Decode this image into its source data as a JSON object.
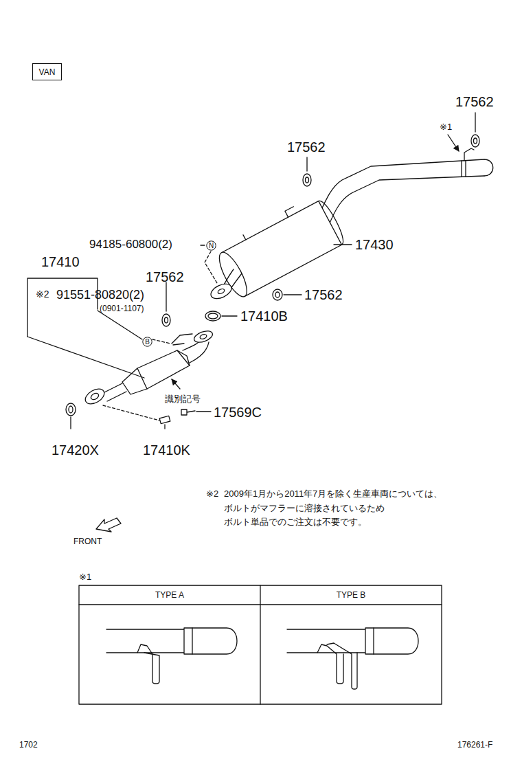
{
  "diagram": {
    "nodes": [
      {
        "text": [
          "VAN"
        ]
      },
      {
        "text": [
          "N"
        ]
      },
      {
        "text": [
          "B"
        ]
      }
    ],
    "labels": [
      "17562",
      "※1",
      "17562",
      "94185-60800(2)",
      "17430",
      "17410",
      "※2",
      "91551-80820(2)",
      "(0901-1107)",
      "17562",
      "17562",
      "17410B",
      "識別記号",
      "17569C",
      "17420X",
      "17410K",
      "※2",
      "2009年1月から2011年7月を除く生産車両については、",
      "ボルトがマフラーに溶接されているため",
      "ボルト単品でのご注文は不要です。",
      "FRONT",
      "※1",
      "TYPE A",
      "TYPE B",
      "1702",
      "176261-F"
    ]
  }
}
